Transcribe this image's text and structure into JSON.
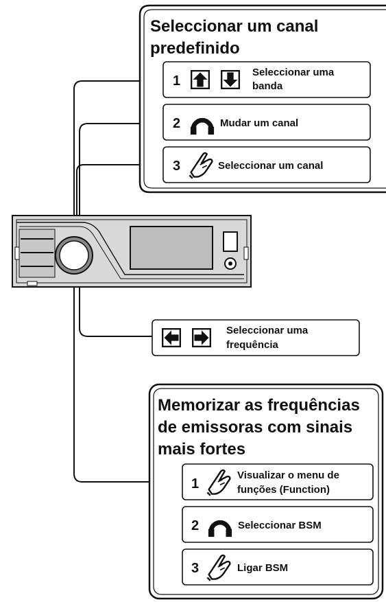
{
  "panel_top": {
    "title_lines": [
      "Seleccionar um canal",
      "predefinido"
    ],
    "steps": [
      {
        "number": "1",
        "icons": [
          "arrow-up-icon",
          "arrow-down-icon"
        ],
        "label_lines": [
          "Seleccionar uma",
          "banda"
        ]
      },
      {
        "number": "2",
        "icons": [
          "rotary-knob-icon"
        ],
        "label_lines": [
          "Mudar um canal"
        ]
      },
      {
        "number": "3",
        "icons": [
          "press-finger-icon"
        ],
        "label_lines": [
          "Seleccionar um canal"
        ]
      }
    ]
  },
  "middle": {
    "icons": [
      "arrow-left-icon",
      "arrow-right-icon"
    ],
    "label_lines": [
      "Seleccionar uma",
      "frequência"
    ]
  },
  "panel_bottom": {
    "title_lines": [
      "Memorizar as frequências",
      "de emissoras com sinais",
      "mais fortes"
    ],
    "steps": [
      {
        "number": "1",
        "icons": [
          "press-finger-icon"
        ],
        "label_lines": [
          "Visualizar o menu de",
          "funções (Function)"
        ]
      },
      {
        "number": "2",
        "icons": [
          "rotary-knob-icon"
        ],
        "label_lines": [
          "Seleccionar BSM"
        ]
      },
      {
        "number": "3",
        "icons": [
          "press-finger-icon"
        ],
        "label_lines": [
          "Ligar BSM"
        ]
      }
    ]
  },
  "colors": {
    "line": "#111111",
    "device_body": "#d9d9d9",
    "device_face": "#bdbdbd",
    "background": "#ffffff"
  }
}
